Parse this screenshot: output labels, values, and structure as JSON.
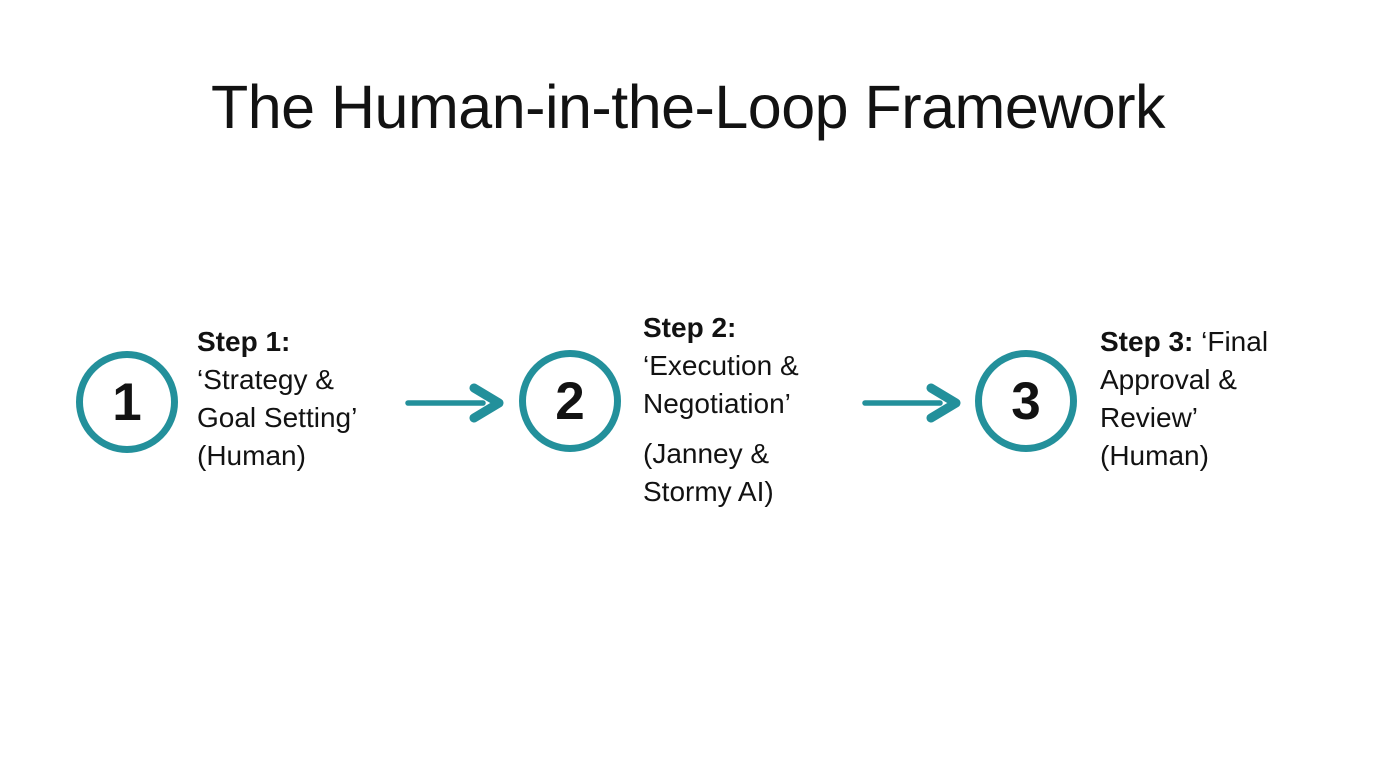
{
  "title": "The Human-in-the-Loop Framework",
  "colors": {
    "accent": "#23909B",
    "text": "#121212",
    "background": "#FFFFFF"
  },
  "steps": [
    {
      "number": "1",
      "heading": "Step 1:",
      "heading_rest": "",
      "body": "‘Strategy &\nGoal Setting’\n(Human)",
      "body2": ""
    },
    {
      "number": "2",
      "heading": "Step 2:",
      "heading_rest": "",
      "body": "‘Execution &\nNegotiation’",
      "body2": "(Janney &\nStormy AI)"
    },
    {
      "number": "3",
      "heading": "Step 3:",
      "heading_rest": " ‘Final",
      "body": "Approval &\nReview’\n(Human)",
      "body2": ""
    }
  ]
}
